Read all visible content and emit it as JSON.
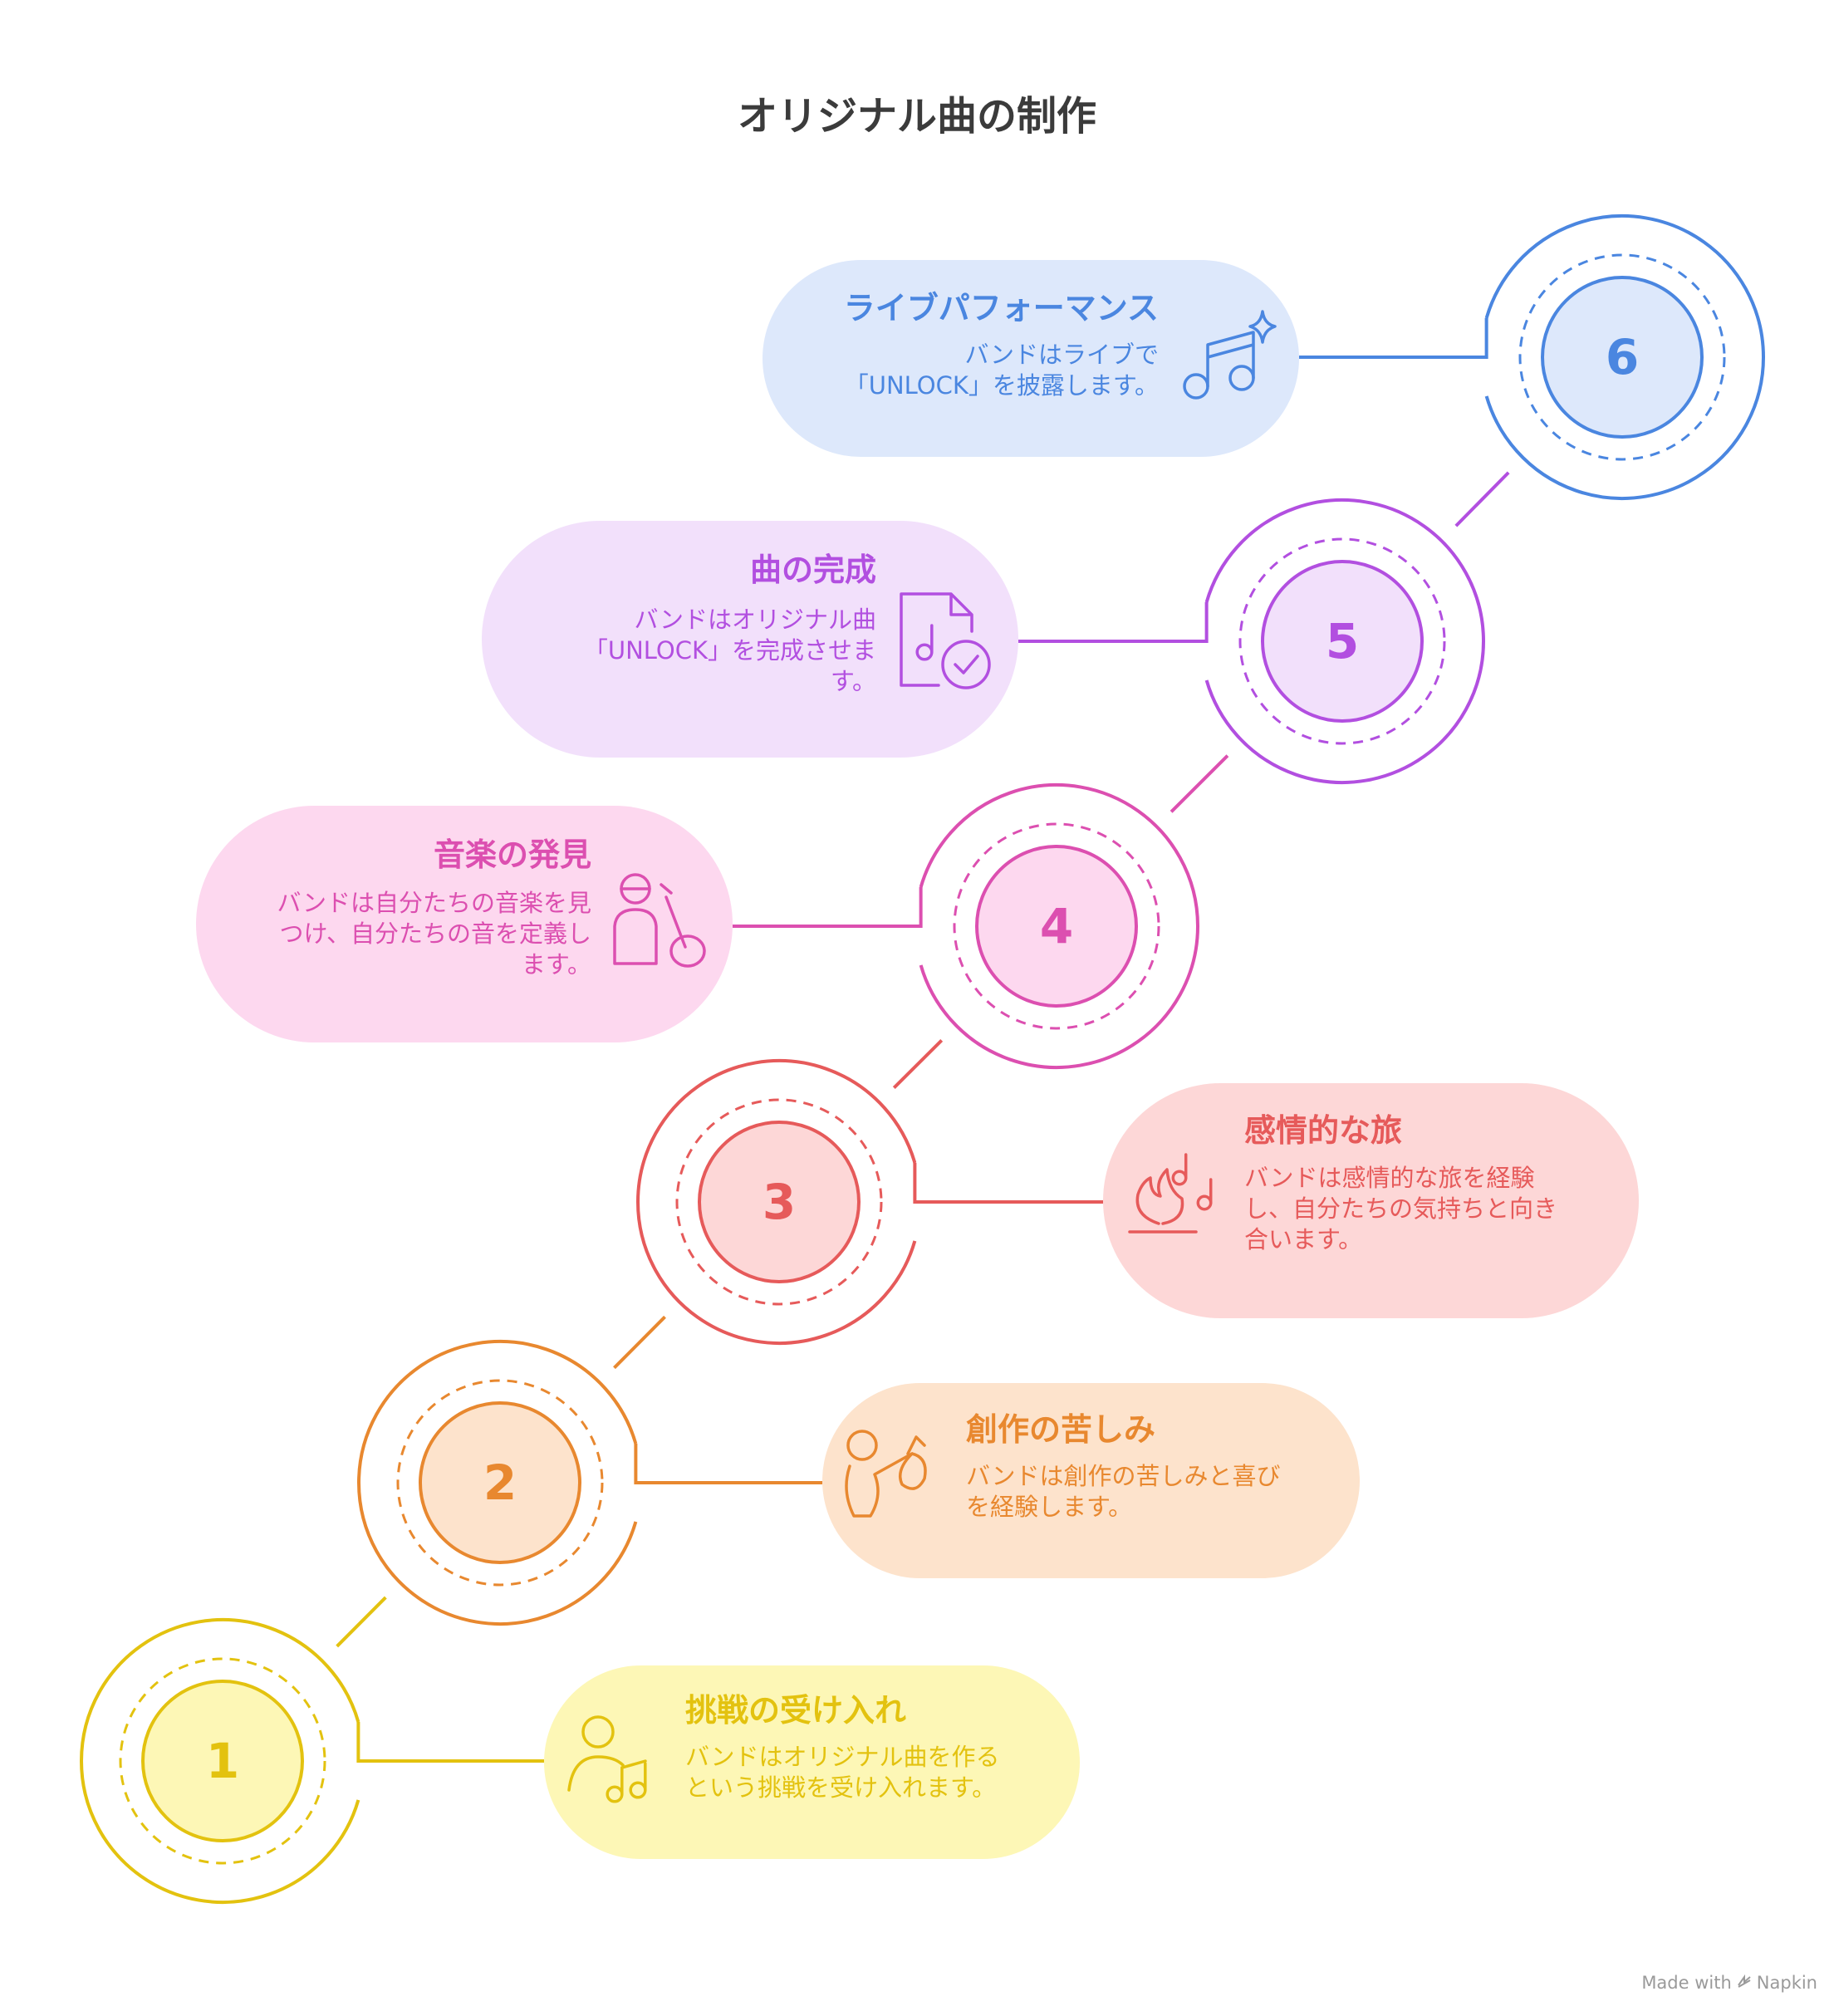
{
  "title": "オリジナル曲の制作",
  "steps": [
    {
      "number": "1",
      "title": "挑戦の受け入れ",
      "desc_lines": [
        "バンドはオリジナル曲を作る",
        "という挑戦を受け入れます。"
      ],
      "icon": "person-music-icon",
      "color": "#e3c20f",
      "fill": "#fdf7b6"
    },
    {
      "number": "2",
      "title": "創作の苦しみ",
      "desc_lines": [
        "バンドは創作の苦しみと喜び",
        "を経験します。"
      ],
      "icon": "struggle-figure-icon",
      "color": "#e8882f",
      "fill": "#fde3cc"
    },
    {
      "number": "3",
      "title": "感情的な旅",
      "desc_lines": [
        "バンドは感情的な旅を経験",
        "し、自分たちの気持ちと向き",
        "合います。"
      ],
      "icon": "fire-music-icon",
      "color": "#e65a5a",
      "fill": "#fdd7d7"
    },
    {
      "number": "4",
      "title": "音楽の発見",
      "desc_lines": [
        "バンドは自分たちの音楽を見",
        "つけ、自分たちの音を定義し",
        "ます。"
      ],
      "icon": "guitarist-icon",
      "color": "#dc4fb0",
      "fill": "#fdd8ef"
    },
    {
      "number": "5",
      "title": "曲の完成",
      "desc_lines": [
        "バンドはオリジナル曲",
        "「UNLOCK」を完成させま",
        "す。"
      ],
      "icon": "music-file-check-icon",
      "color": "#b24fe0",
      "fill": "#f2e0fb"
    },
    {
      "number": "6",
      "title": "ライブパフォーマンス",
      "desc_lines": [
        "バンドはライブで",
        "「UNLOCK」を披露します。"
      ],
      "icon": "music-sparkle-icon",
      "color": "#4a86e0",
      "fill": "#dde8fb"
    }
  ],
  "watermark": {
    "made_with": "Made with",
    "brand": "Napkin"
  }
}
